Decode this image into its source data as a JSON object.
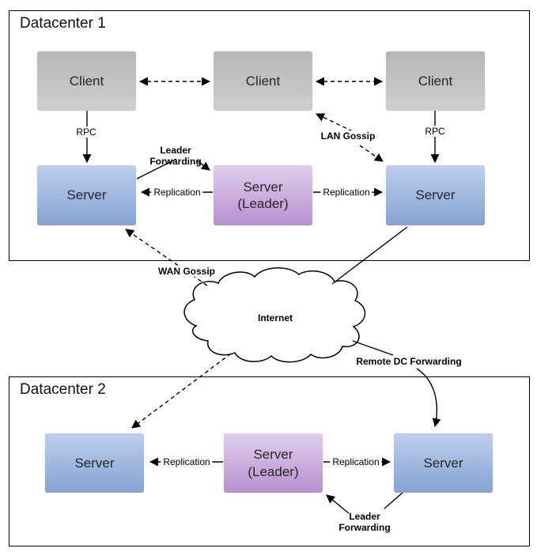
{
  "colors": {
    "client_top": "#b6b6b6",
    "client_bottom": "#cecece",
    "server_top": "#bccfed",
    "server_bottom": "#86a3d3",
    "leader_top": "#dfceec",
    "leader_bottom": "#b890d0",
    "line": "#000000"
  },
  "datacenter1": {
    "title": "Datacenter 1",
    "clients": [
      {
        "label": "Client"
      },
      {
        "label": "Client"
      },
      {
        "label": "Client"
      }
    ],
    "servers": [
      {
        "label": "Server"
      },
      {
        "label": "Server",
        "sublabel": "(Leader)"
      },
      {
        "label": "Server"
      }
    ],
    "labels": {
      "rpc_left": "RPC",
      "rpc_right": "RPC",
      "lan_gossip": "LAN Gossip",
      "leader_forwarding": "Leader Forwarding",
      "replication_left": "Replication",
      "replication_right": "Replication"
    }
  },
  "internet": {
    "label": "Internet"
  },
  "wan": {
    "wan_gossip": "WAN Gossip",
    "remote_dc_forwarding": "Remote DC Forwarding"
  },
  "datacenter2": {
    "title": "Datacenter 2",
    "servers": [
      {
        "label": "Server"
      },
      {
        "label": "Server",
        "sublabel": "(Leader)"
      },
      {
        "label": "Server"
      }
    ],
    "labels": {
      "replication_left": "Replication",
      "replication_right": "Replication",
      "leader_forwarding": "Leader Forwarding"
    }
  }
}
